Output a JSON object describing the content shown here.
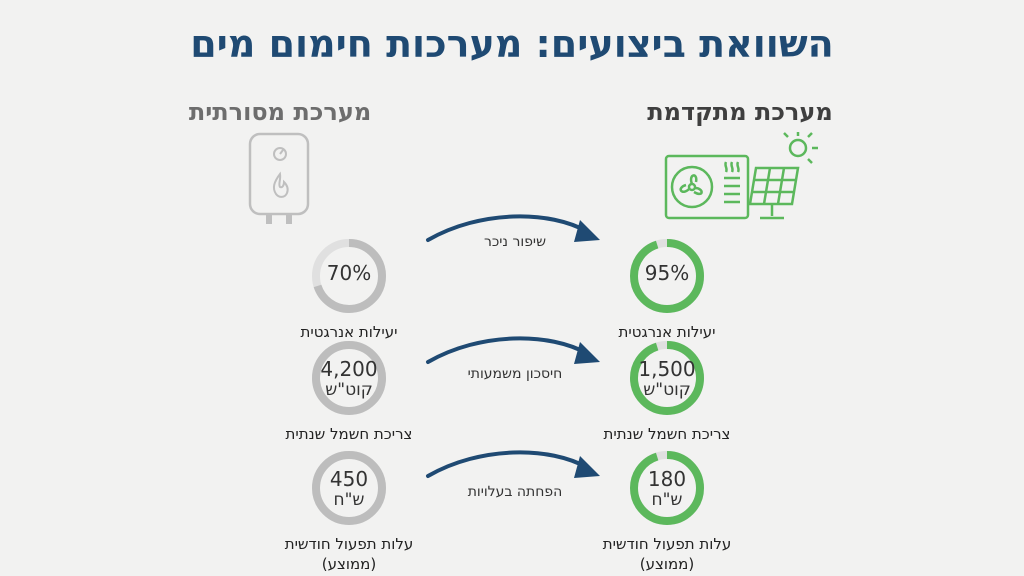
{
  "title": "השוואת ביצועים: מערכות חימום מים",
  "columns": {
    "traditional": {
      "heading": "מערכת מסורתית",
      "icon": "water-heater-icon",
      "color": "#bdbdbd"
    },
    "advanced": {
      "heading": "מערכת מתקדמת",
      "icon": "heat-pump-solar-icon",
      "color": "#5cb85c"
    }
  },
  "rows": [
    {
      "traditional": {
        "value": "70%",
        "unit": "",
        "caption": "יעילות אנרגטית",
        "fill": 0.7
      },
      "advanced": {
        "value": "95%",
        "unit": "",
        "caption": "יעילות אנרגטית",
        "fill": 0.95
      },
      "arrow_label": "שיפור ניכר"
    },
    {
      "traditional": {
        "value": "4,200",
        "unit": "קוט\"ש",
        "caption": "צריכת חשמל שנתית",
        "fill": 1.0
      },
      "advanced": {
        "value": "1,500",
        "unit": "קוט\"ש",
        "caption": "צריכת חשמל שנתית",
        "fill": 0.95
      },
      "arrow_label": "חיסכון משמעותי"
    },
    {
      "traditional": {
        "value": "450",
        "unit": "ש\"ח",
        "caption": "עלות תפעול חודשית",
        "caption2": "(ממוצע)",
        "fill": 1.0
      },
      "advanced": {
        "value": "180",
        "unit": "ש\"ח",
        "caption": "עלות תפעול חודשית",
        "caption2": "(ממוצע)",
        "fill": 0.95
      },
      "arrow_label": "הפחתה בעלויות"
    }
  ],
  "colors": {
    "title": "#1f4a73",
    "arrow": "#1f4a73",
    "green": "#5cb85c",
    "gray": "#bdbdbd",
    "track": "#e0e0e0"
  }
}
